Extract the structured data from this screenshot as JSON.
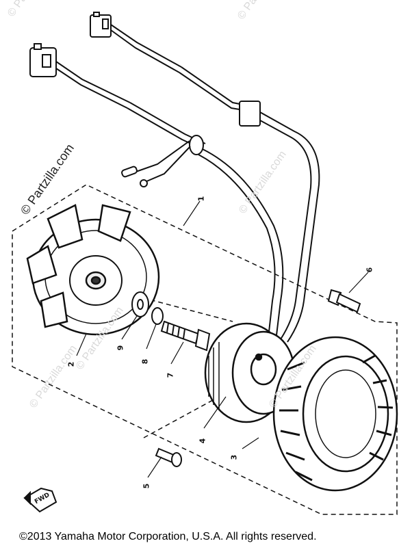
{
  "watermark": {
    "text": "© Partzilla.com",
    "dark_text": "© Partzilla.com"
  },
  "callouts": {
    "c1": "1",
    "c2": "2",
    "c3": "3",
    "c4": "4",
    "c5": "5",
    "c6": "6",
    "c7": "7",
    "c8": "8",
    "c9": "9"
  },
  "fwd_label": "FWD",
  "copyright": "©2013  Yamaha Motor Corporation, U.S.A. All rights reserved."
}
